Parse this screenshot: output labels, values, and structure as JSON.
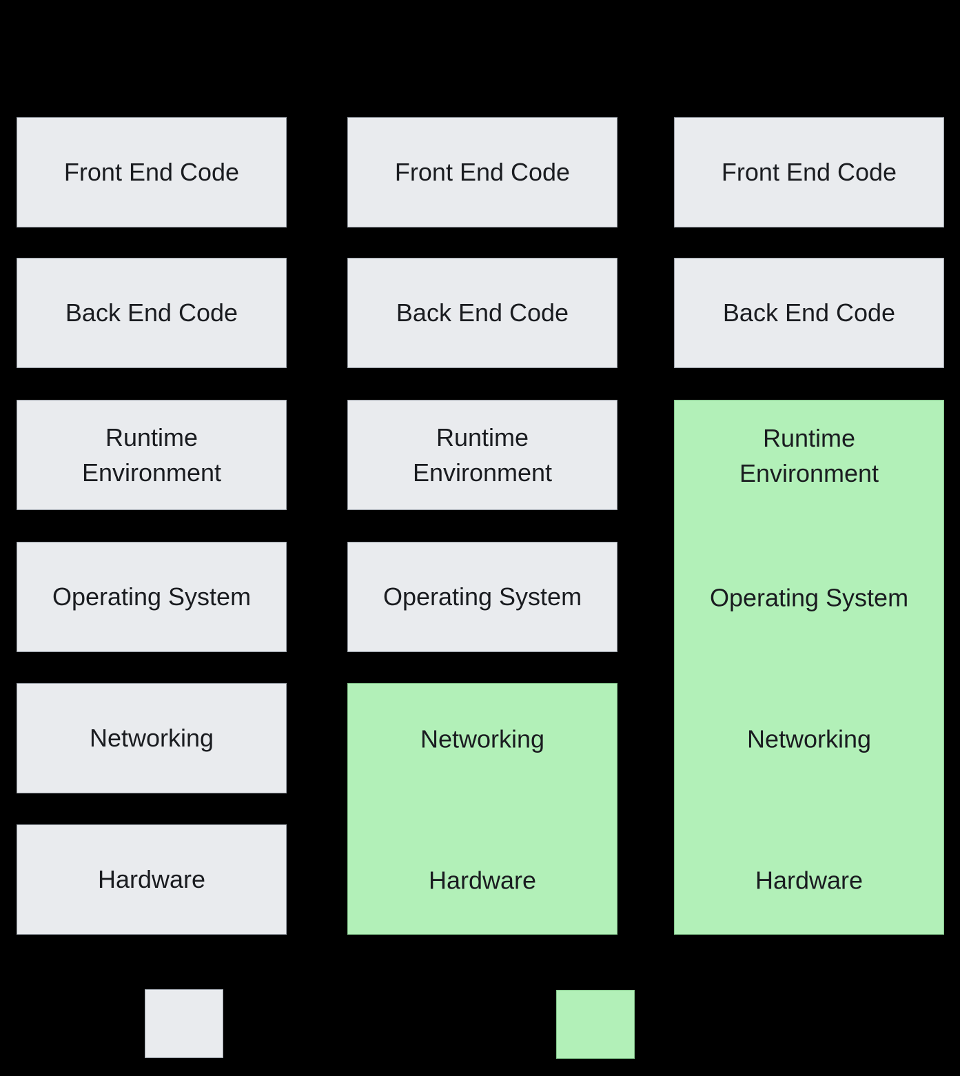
{
  "diagram": {
    "background_color": "#000000",
    "gray_box_color": "#e9ebee",
    "green_box_color": "#b2f0b8",
    "text_color": "#1a1c20",
    "columns": [
      {
        "name": "column-1",
        "boxes": [
          {
            "style": "gray",
            "label": "Front End Code"
          },
          {
            "style": "gray",
            "label": "Back End Code"
          },
          {
            "style": "gray",
            "label": "Runtime\nEnvironment"
          },
          {
            "style": "gray",
            "label": "Operating System"
          },
          {
            "style": "gray",
            "label": "Networking"
          },
          {
            "style": "gray",
            "label": "Hardware"
          }
        ]
      },
      {
        "name": "column-2",
        "boxes": [
          {
            "style": "gray",
            "label": "Front End Code"
          },
          {
            "style": "gray",
            "label": "Back End Code"
          },
          {
            "style": "gray",
            "label": "Runtime\nEnvironment"
          },
          {
            "style": "gray",
            "label": "Operating System"
          },
          {
            "style": "green",
            "labels": [
              "Networking",
              "Hardware"
            ]
          }
        ]
      },
      {
        "name": "column-3",
        "boxes": [
          {
            "style": "gray",
            "label": "Front End Code"
          },
          {
            "style": "gray",
            "label": "Back End Code"
          },
          {
            "style": "green",
            "labels": [
              "Runtime\nEnvironment",
              "Operating System",
              "Networking",
              "Hardware"
            ]
          }
        ]
      }
    ],
    "legend": {
      "swatches": [
        {
          "name": "gray",
          "color": "#e9ebee"
        },
        {
          "name": "green",
          "color": "#b2f0b8"
        }
      ]
    }
  }
}
